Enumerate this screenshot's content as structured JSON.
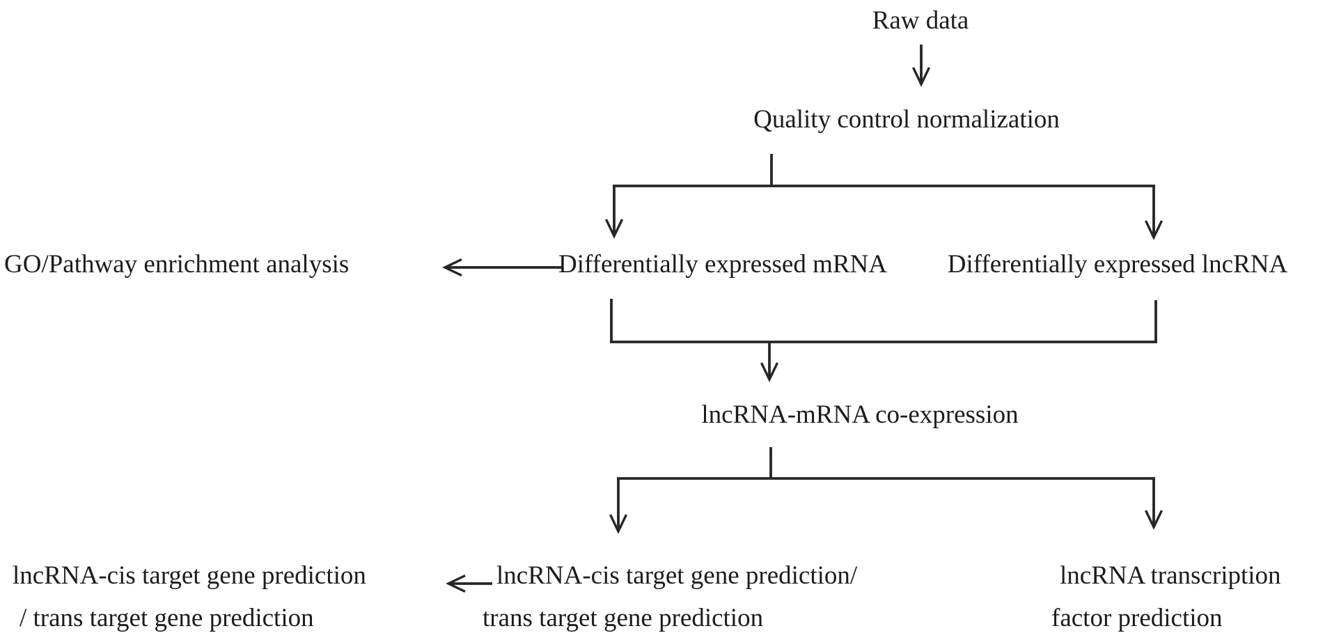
{
  "figure": {
    "type": "flowchart",
    "description": "lncRNA/mRNA microarray analysis pipeline flow diagram",
    "colors": {
      "background": "#ffffff",
      "text": "#1c1c1c",
      "line": "#262626"
    },
    "nodes": {
      "raw_data": {
        "label": "Raw data"
      },
      "quality_control": {
        "label": "Quality control normalization"
      },
      "go_pathway": {
        "label": "GO/Pathway enrichment analysis"
      },
      "de_mrna": {
        "label": "Differentially expressed mRNA"
      },
      "de_lncrna": {
        "label": "Differentially expressed lncRNA"
      },
      "coexpression": {
        "label": "lncRNA-mRNA co-expression"
      },
      "target_prediction_result": {
        "line1": "lncRNA-cis target gene prediction",
        "line2": "/ trans target gene prediction"
      },
      "target_prediction": {
        "line1": "lncRNA-cis target gene prediction/",
        "line2": "trans target gene prediction"
      },
      "tf_prediction": {
        "line1": "lncRNA transcription",
        "line2": "factor prediction"
      }
    },
    "edges": [
      {
        "from": "raw_data",
        "to": "quality_control"
      },
      {
        "from": "quality_control",
        "to": "de_mrna"
      },
      {
        "from": "quality_control",
        "to": "de_lncrna"
      },
      {
        "from": "de_mrna",
        "to": "go_pathway"
      },
      {
        "from": "de_mrna",
        "to": "coexpression"
      },
      {
        "from": "de_lncrna",
        "to": "coexpression"
      },
      {
        "from": "coexpression",
        "to": "target_prediction"
      },
      {
        "from": "coexpression",
        "to": "tf_prediction"
      },
      {
        "from": "target_prediction",
        "to": "target_prediction_result"
      }
    ]
  }
}
